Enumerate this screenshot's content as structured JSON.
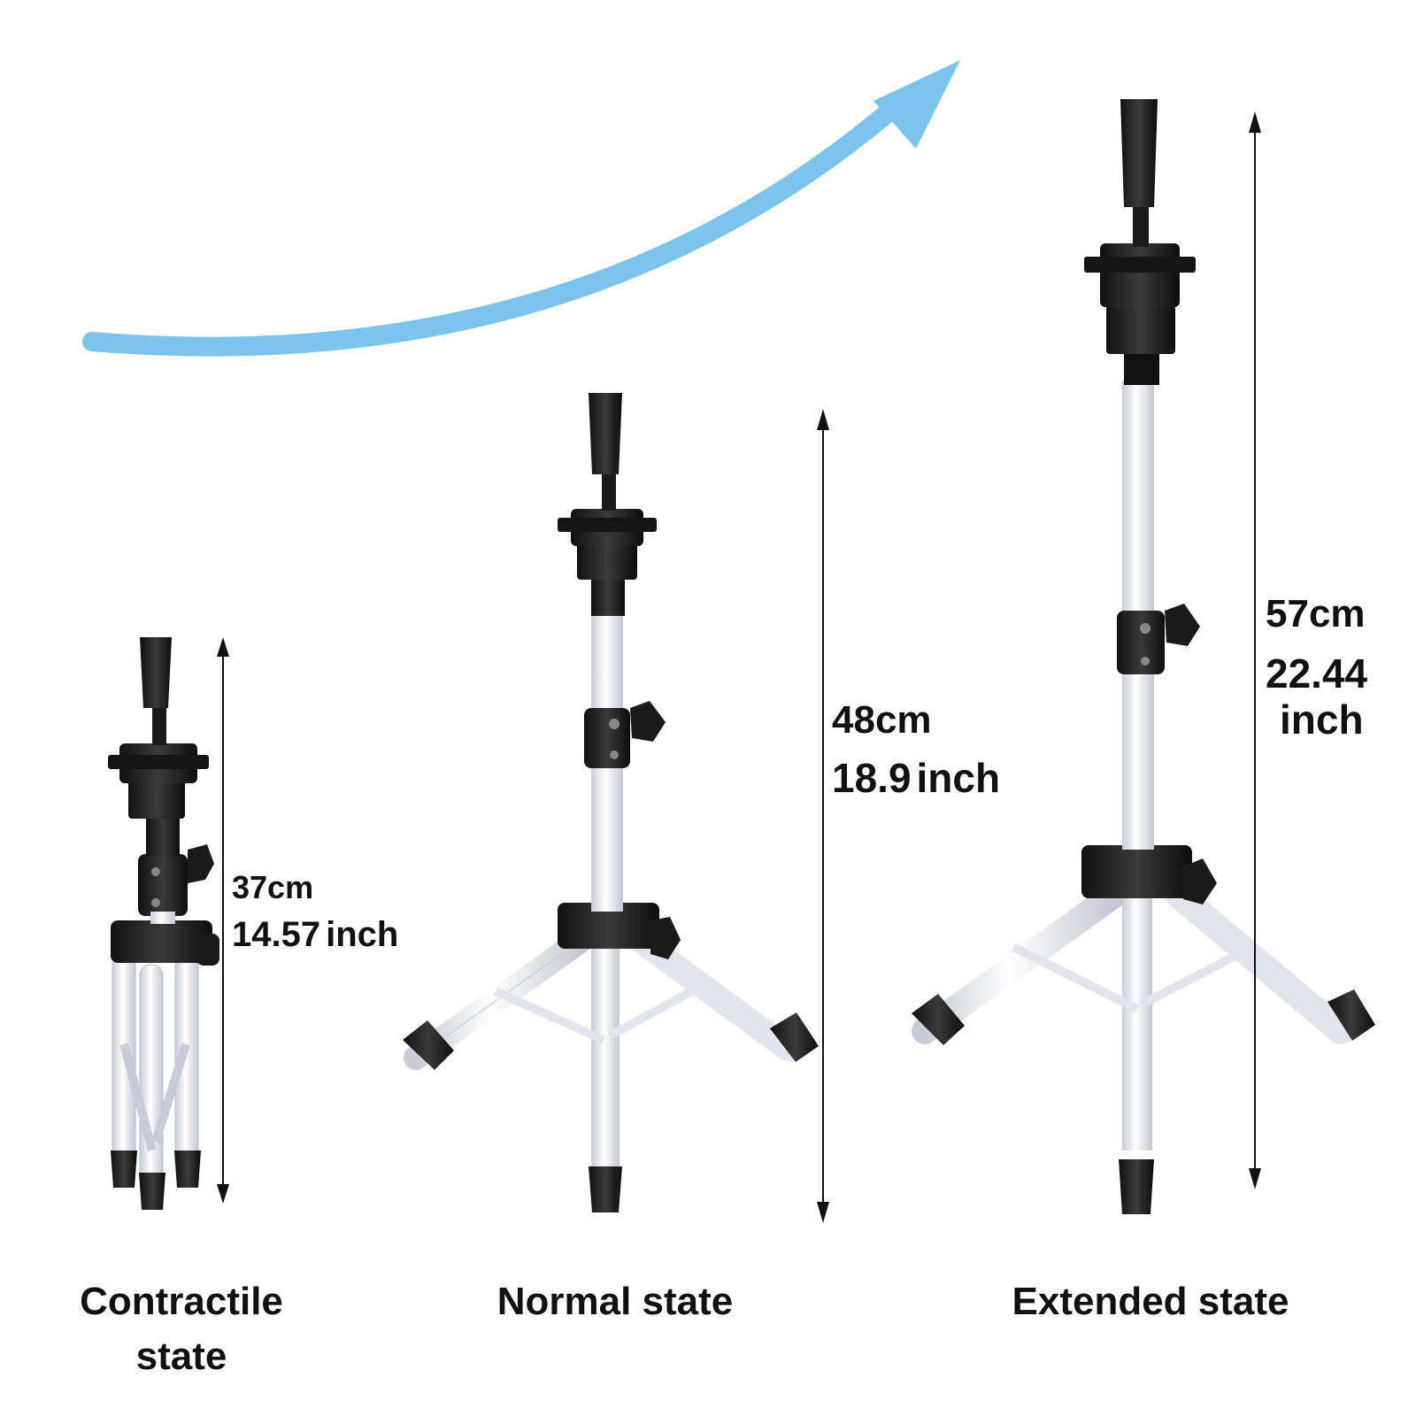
{
  "colors": {
    "arrow": "#7cc4ec",
    "metal": "#eef0f7",
    "plastic": "#1c1c1c",
    "text": "#111111"
  },
  "stands": [
    {
      "id": "contractile",
      "label_line1": "Contractile",
      "label_line2": "state",
      "height_cm": "37cm",
      "height_in_value": "14.57",
      "height_in_unit": "inch"
    },
    {
      "id": "normal",
      "label": "Normal state",
      "height_cm": "48cm",
      "height_in_value": "18.9",
      "height_in_unit": "inch"
    },
    {
      "id": "extended",
      "label": "Extended state",
      "height_cm": "57cm",
      "height_in_value": "22.44",
      "height_in_unit": "inch"
    }
  ],
  "icons": [
    "growth-arrow-icon",
    "dimension-arrow-icon",
    "tripod-stand-icon"
  ]
}
